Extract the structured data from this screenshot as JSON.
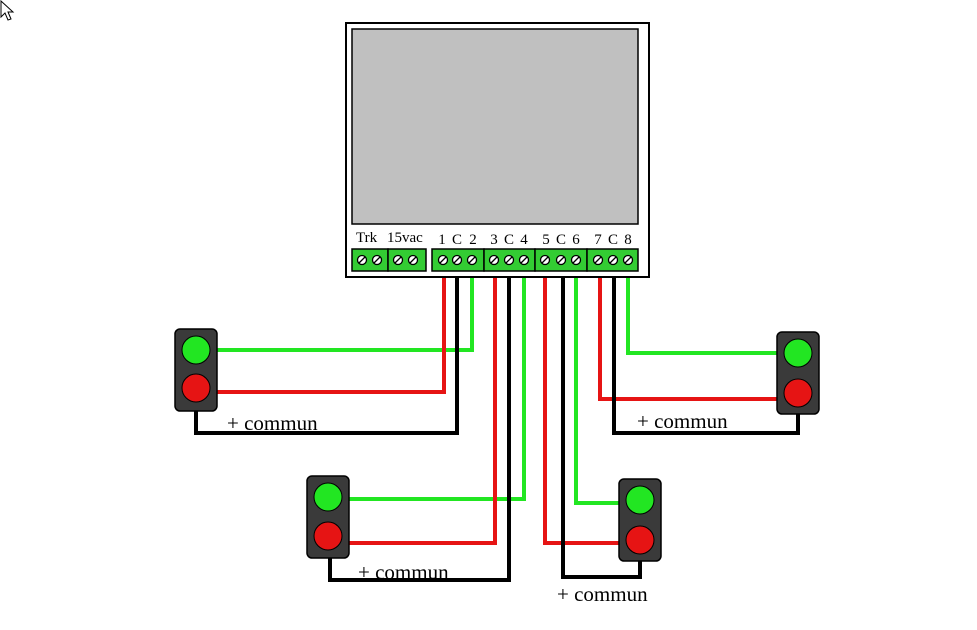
{
  "board": {
    "power_labels": [
      "Trk",
      "15vac"
    ],
    "output_labels": [
      "1",
      "C",
      "2",
      "3",
      "C",
      "4",
      "5",
      "C",
      "6",
      "7",
      "C",
      "8"
    ]
  },
  "signals": [
    {
      "common_label": "+ commun"
    },
    {
      "common_label": "+ commun"
    },
    {
      "common_label": "+ commun"
    },
    {
      "common_label": "+ commun"
    }
  ],
  "colors": {
    "wire_green": "#22e622",
    "wire_red": "#e61414",
    "wire_black": "#000000",
    "lamp_green": "#22e622",
    "lamp_red": "#e61414",
    "housing": "#3a3a3a",
    "terminal_block": "#33cc33",
    "display_panel": "#c0c0c0"
  }
}
